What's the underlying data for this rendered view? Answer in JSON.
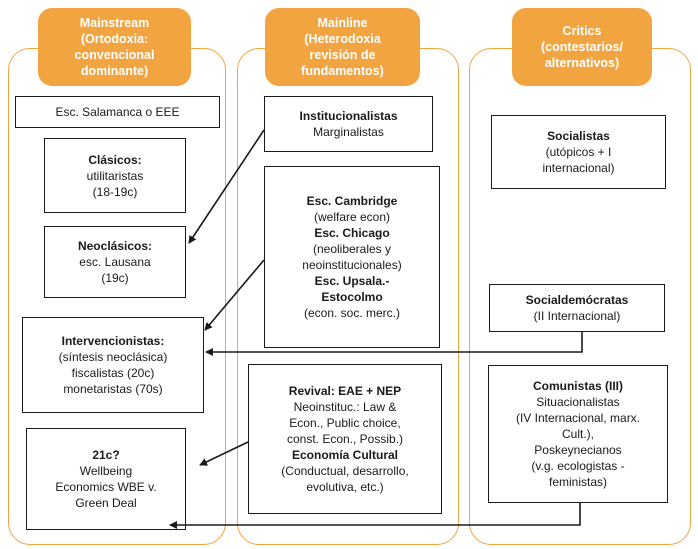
{
  "columns": [
    {
      "title": [
        "Mainstream",
        "(Ortodoxia:",
        "convencional",
        "dominante)"
      ]
    },
    {
      "title": [
        "Mainline",
        "(Heterodoxia",
        "revisión de",
        "fundamentos)"
      ]
    },
    {
      "title": [
        "Critics",
        "(contestarios/",
        "alternativos)"
      ]
    }
  ],
  "mainstream": {
    "salamanca": "Esc. Salamanca o EEE",
    "clasicos": {
      "title": "Clásicos:",
      "lines": [
        "utilitaristas",
        "(18-19c)"
      ]
    },
    "neoclasicos": {
      "title": "Neoclásicos:",
      "lines": [
        "esc. Lausana",
        "(19c)"
      ]
    },
    "intervencionistas": {
      "title": "Intervencionistas:",
      "lines": [
        "(síntesis neoclásica)",
        "fiscalistas (20c)",
        "monetaristas (70s)"
      ]
    },
    "siglo21": {
      "title": "21c?",
      "lines": [
        "Wellbeing",
        "Economics WBE v.",
        "Green Deal"
      ]
    }
  },
  "mainline": {
    "institucionalistas": {
      "title": "Institucionalistas",
      "lines": [
        "Marginalistas"
      ]
    },
    "escuelas": {
      "cambridge": "Esc. Cambridge",
      "cambridge_note": "(welfare econ)",
      "chicago": "Esc. Chicago",
      "chicago_note": [
        "(neoliberales y",
        "neoinstitucionales)"
      ],
      "upsala": [
        "Esc. Upsala.-",
        "Estocolmo"
      ],
      "upsala_note": "(econ. soc. merc.)"
    },
    "revival": {
      "title": "Revival: EAE + NEP",
      "lines": [
        "Neoinstituc.: Law &",
        "Econ., Public choice,",
        "const. Econ., Possib.)"
      ],
      "cultural": "Economía Cultural",
      "cultural_lines": [
        "(Conductual, desarrollo,",
        "evolutiva, etc.)"
      ]
    }
  },
  "critics": {
    "socialistas": {
      "title": "Socialistas",
      "lines": [
        "(utópicos + I",
        "internacional)"
      ]
    },
    "socialdemocratas": {
      "title": "Socialdemócratas",
      "lines": [
        "(II Internacional)"
      ]
    },
    "comunistas": {
      "title": "Comunistas (III)",
      "lines": [
        "Situacionalistas",
        "(IV Internacional, marx.",
        "Cult.),",
        "Poskeynecianos",
        "(v.g. ecologistas -",
        "feministas)"
      ]
    }
  },
  "colors": {
    "accent": "#f2a440",
    "box_border": "#1a1a1a",
    "header_text": "#ffffff"
  }
}
